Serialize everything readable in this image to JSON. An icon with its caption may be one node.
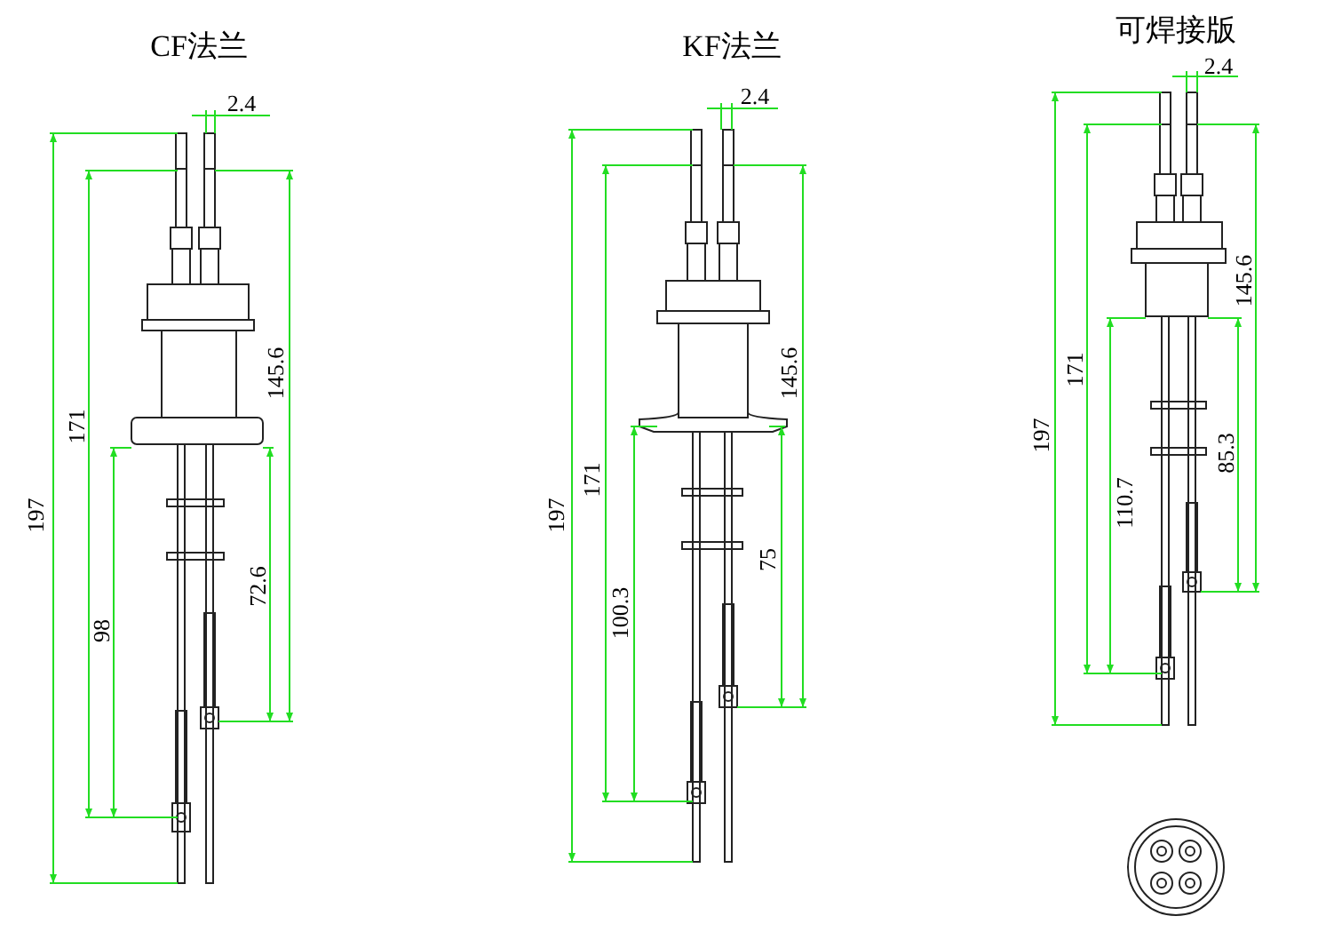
{
  "diagram": {
    "labels": [
      "CF法兰",
      "KF法兰",
      "可焊接版",
      "2.4",
      "197",
      "171",
      "145.6",
      "98",
      "72.6",
      "2.4",
      "197",
      "171",
      "145.6",
      "100.3",
      "75",
      "2.4",
      "197",
      "171",
      "145.6",
      "110.7",
      "85.3"
    ]
  }
}
